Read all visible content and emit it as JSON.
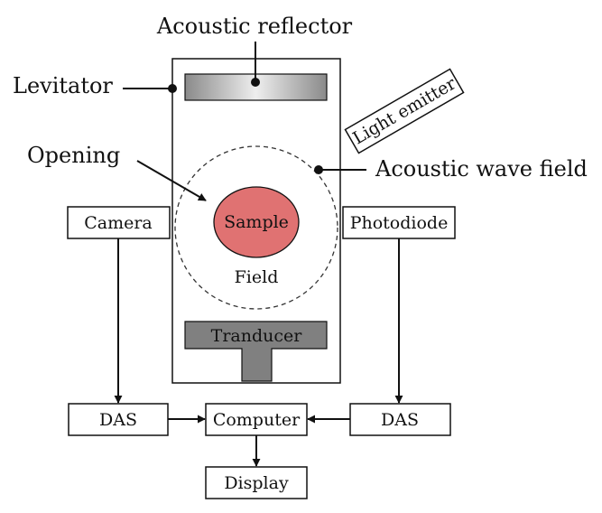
{
  "labels": {
    "acoustic_reflector": "Acoustic reflector",
    "levitator": "Levitator",
    "light_emitter": "Light emitter",
    "opening": "Opening",
    "acoustic_wave_field": "Acoustic wave field",
    "sample": "Sample",
    "field": "Field",
    "transducer": "Tranducer"
  },
  "boxes": {
    "camera": "Camera",
    "photodiode": "Photodiode",
    "das_left": "DAS",
    "computer": "Computer",
    "das_right": "DAS",
    "display": "Display"
  },
  "colors": {
    "sample_fill": "#e07272",
    "transducer_fill": "#808080",
    "reflector_gradient": [
      "#8a8a8a",
      "#eeeeee",
      "#8a8a8a"
    ]
  }
}
